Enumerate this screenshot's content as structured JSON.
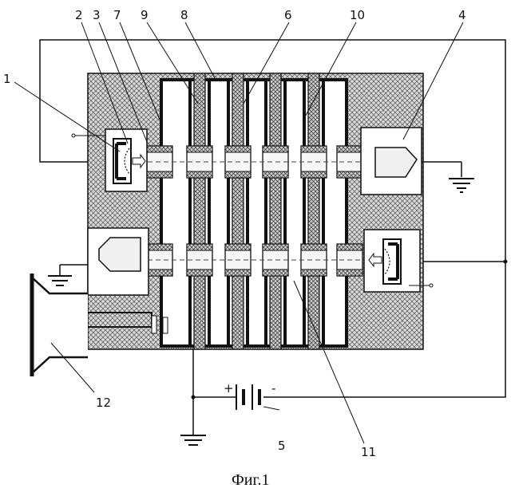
{
  "figure": {
    "caption": "Фиг.1",
    "labels": {
      "l1": "1",
      "l2": "2",
      "l3": "3",
      "l4": "4",
      "l5": "5",
      "l6": "6",
      "l7": "7",
      "l8": "8",
      "l9": "9",
      "l10": "10",
      "l11": "11",
      "l12": "12"
    },
    "battery": {
      "plus": "+",
      "minus": "-"
    }
  },
  "colors": {
    "ink": "#111111",
    "hatch_bg": "#d8d8d8",
    "light_fill": "#f0f0f0"
  }
}
